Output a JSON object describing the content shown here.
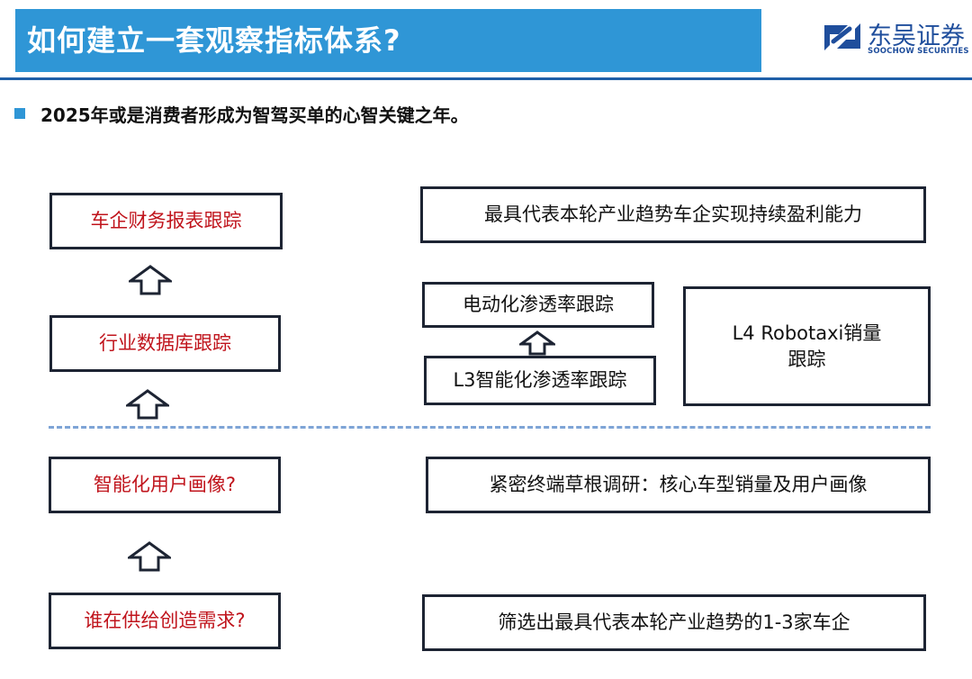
{
  "header": {
    "title": "如何建立一套观察指标体系?",
    "logo_cn": "东吴证券",
    "logo_en": "SOOCHOW SECURITIES"
  },
  "subtitle": "2025年或是消费者形成为智驾买单的心智关键之年。",
  "left_column": [
    "车企财务报表跟踪",
    "行业数据库跟踪",
    "智能化用户画像?",
    "谁在供给创造需求?"
  ],
  "right_column": {
    "top": "最具代表本轮产业趋势车企实现持续盈利能力",
    "ev_penetration": "电动化渗透率跟踪",
    "l3_penetration": "L3智能化渗透率跟踪",
    "robotaxi": [
      "L4 Robotaxi销量",
      "跟踪"
    ],
    "research": "紧密终端草根调研：核心车型销量及用户画像",
    "screening": "筛选出最具代表本轮产业趋势的1-3家车企"
  },
  "colors": {
    "title_bar": "#2f96d6",
    "rule": "#1f5fa8",
    "red_text": "#c0141c",
    "divider": "#7ea4d6"
  }
}
